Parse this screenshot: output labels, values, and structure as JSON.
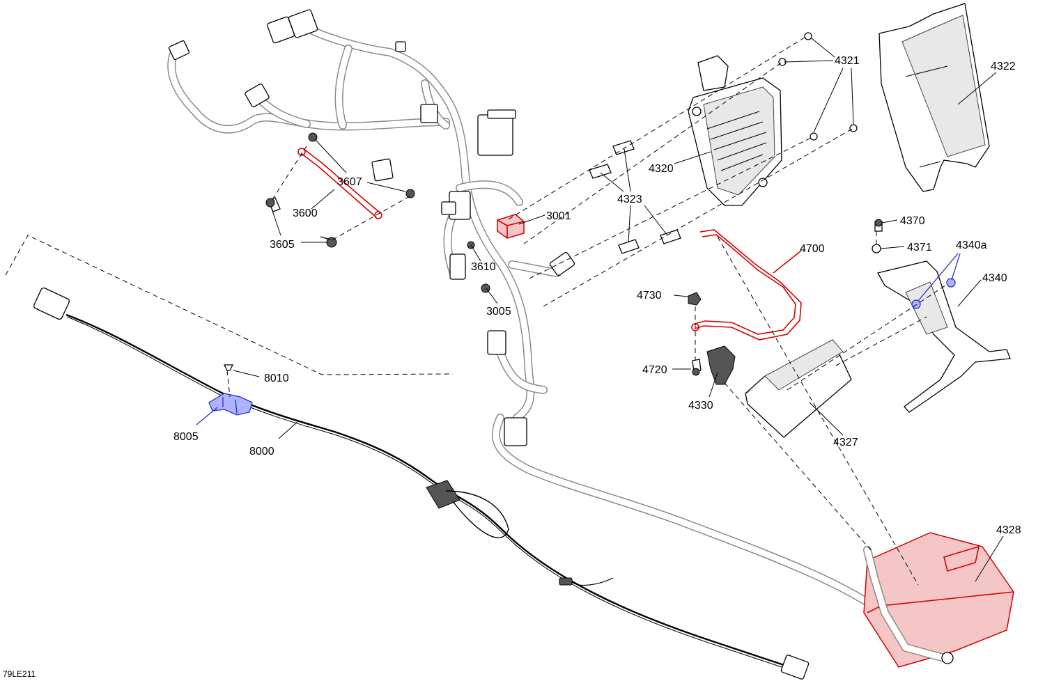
{
  "diagram_ref": "79LE211",
  "callouts": {
    "c3001": "3001",
    "c3005": "3005",
    "c3600": "3600",
    "c3605": "3605",
    "c3607": "3607",
    "c3610": "3610",
    "c4320": "4320",
    "c4321": "4321",
    "c4322": "4322",
    "c4323": "4323",
    "c4327": "4327",
    "c4328": "4328",
    "c4330": "4330",
    "c4340": "4340",
    "c4340a": "4340a",
    "c4370": "4370",
    "c4371": "4371",
    "c4700": "4700",
    "c4720": "4720",
    "c4730": "4730",
    "c8000": "8000",
    "c8005": "8005",
    "c8010": "8010"
  },
  "highlight_colors": {
    "red": "#d40000",
    "blue": "#2b2bd8",
    "harness_grey": "#9a9a9a"
  }
}
